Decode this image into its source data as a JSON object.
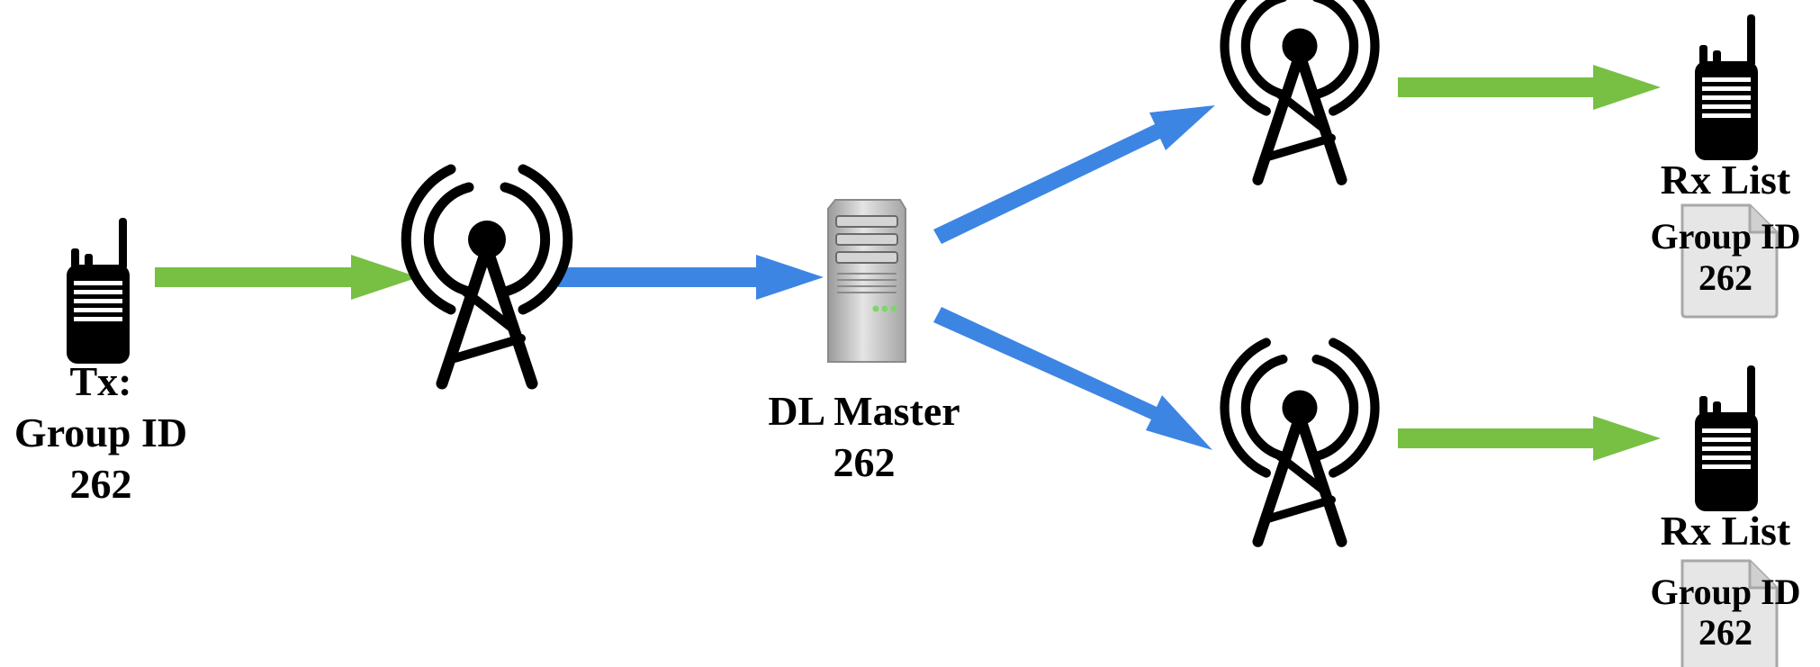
{
  "colors": {
    "radio_link": "#77c043",
    "network_link": "#3d85e3",
    "icon": "#000000",
    "server_body": "#c8c8c8",
    "server_led": "#7dd66b",
    "document": "#e6e6e6"
  },
  "transmitter": {
    "icon": "walkie-talkie-icon",
    "label_line1": "Tx:",
    "label_line2": "Group ID",
    "label_line3": "262"
  },
  "tx_site": {
    "icon": "radio-tower-icon"
  },
  "master": {
    "icon": "server-icon",
    "label_line1": "DL Master",
    "label_line2": "262"
  },
  "rx_sites": [
    {
      "icon": "radio-tower-icon"
    },
    {
      "icon": "radio-tower-icon"
    }
  ],
  "receivers": [
    {
      "icon": "walkie-talkie-icon",
      "list_title": "Rx List",
      "doc_icon": "document-icon",
      "group_label": "Group ID",
      "group_value": "262"
    },
    {
      "icon": "walkie-talkie-icon",
      "list_title": "Rx List",
      "doc_icon": "document-icon",
      "group_label": "Group ID",
      "group_value": "262"
    }
  ]
}
